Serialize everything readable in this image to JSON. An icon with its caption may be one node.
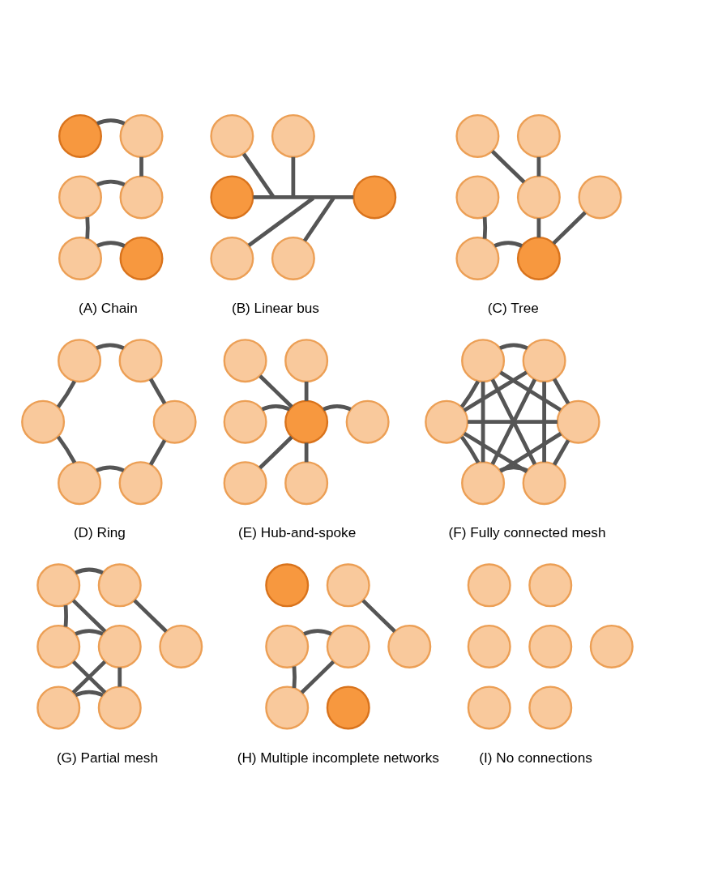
{
  "diagram": {
    "nodes": [
      {
        "text": [],
        "shape": "circle"
      },
      {
        "text": [],
        "shape": "circle"
      },
      {
        "text": [],
        "shape": "circle"
      },
      {
        "text": [],
        "shape": "circle"
      },
      {
        "text": [],
        "shape": "circle"
      },
      {
        "text": [],
        "shape": "circle"
      },
      {
        "text": [],
        "shape": "circle"
      },
      {
        "text": [],
        "shape": "circle"
      },
      {
        "text": [],
        "shape": "circle"
      },
      {
        "text": [],
        "shape": "circle"
      },
      {
        "text": [],
        "shape": "circle"
      },
      {
        "text": [],
        "shape": "circle"
      },
      {
        "text": [],
        "shape": "circle"
      },
      {
        "text": [],
        "shape": "circle"
      },
      {
        "text": [],
        "shape": "circle"
      },
      {
        "text": [],
        "shape": "circle"
      },
      {
        "text": [],
        "shape": "circle"
      },
      {
        "text": [],
        "shape": "circle"
      },
      {
        "text": [],
        "shape": "circle"
      },
      {
        "text": [],
        "shape": "circle"
      },
      {
        "text": [],
        "shape": "circle"
      },
      {
        "text": [],
        "shape": "circle"
      },
      {
        "text": [],
        "shape": "circle"
      },
      {
        "text": [],
        "shape": "circle"
      },
      {
        "text": [],
        "shape": "circle"
      },
      {
        "text": [],
        "shape": "circle"
      },
      {
        "text": [],
        "shape": "circle"
      },
      {
        "text": [],
        "shape": "circle"
      },
      {
        "text": [],
        "shape": "circle"
      },
      {
        "text": [],
        "shape": "circle"
      },
      {
        "text": [],
        "shape": "circle"
      },
      {
        "text": [],
        "shape": "circle"
      },
      {
        "text": [],
        "shape": "circle"
      },
      {
        "text": [],
        "shape": "circle"
      },
      {
        "text": [],
        "shape": "circle"
      },
      {
        "text": [],
        "shape": "circle"
      },
      {
        "text": [],
        "shape": "circle"
      },
      {
        "text": [],
        "shape": "circle"
      },
      {
        "text": [],
        "shape": "circle"
      },
      {
        "text": [],
        "shape": "circle"
      },
      {
        "text": [],
        "shape": "circle"
      },
      {
        "text": [],
        "shape": "circle"
      },
      {
        "text": [],
        "shape": "circle"
      },
      {
        "text": [],
        "shape": "circle"
      },
      {
        "text": [],
        "shape": "circle"
      },
      {
        "text": [],
        "shape": "circle"
      },
      {
        "text": [],
        "shape": "circle"
      },
      {
        "text": [],
        "shape": "circle"
      },
      {
        "text": [],
        "shape": "circle"
      },
      {
        "text": [],
        "shape": "circle"
      },
      {
        "text": [],
        "shape": "circle"
      },
      {
        "text": [],
        "shape": "circle"
      },
      {
        "text": [],
        "shape": "circle"
      },
      {
        "text": [],
        "shape": "circle"
      },
      {
        "text": [],
        "shape": "circle"
      },
      {
        "text": [],
        "shape": "circle"
      },
      {
        "text": [],
        "shape": "circle"
      },
      {
        "text": [],
        "shape": "circle"
      },
      {
        "text": [],
        "shape": "circle"
      }
    ],
    "edges": [
      {
        "from": 0,
        "to": 1,
        "arrow": "none"
      },
      {
        "from": 1,
        "to": 3,
        "arrow": "none"
      },
      {
        "from": 2,
        "to": 3,
        "arrow": "none"
      },
      {
        "from": 2,
        "to": 4,
        "arrow": "none"
      },
      {
        "from": 4,
        "to": 5,
        "arrow": "none"
      },
      {
        "from": 8,
        "to": 9,
        "arrow": "none"
      },
      {
        "from": 6,
        "to": null,
        "arrow": "none"
      },
      {
        "from": 7,
        "to": null,
        "arrow": "none"
      },
      {
        "from": 10,
        "to": null,
        "arrow": "none"
      },
      {
        "from": 11,
        "to": null,
        "arrow": "none"
      },
      {
        "from": 12,
        "to": 15,
        "arrow": "none"
      },
      {
        "from": 13,
        "to": 15,
        "arrow": "none"
      },
      {
        "from": 15,
        "to": 18,
        "arrow": "none"
      },
      {
        "from": 16,
        "to": 18,
        "arrow": "none"
      },
      {
        "from": 14,
        "to": 17,
        "arrow": "none"
      },
      {
        "from": 17,
        "to": 18,
        "arrow": "none"
      },
      {
        "from": 19,
        "to": 20,
        "arrow": "none"
      },
      {
        "from": 20,
        "to": 22,
        "arrow": "none"
      },
      {
        "from": 22,
        "to": 24,
        "arrow": "none"
      },
      {
        "from": 24,
        "to": 23,
        "arrow": "none"
      },
      {
        "from": 23,
        "to": 21,
        "arrow": "none"
      },
      {
        "from": 21,
        "to": 19,
        "arrow": "none"
      },
      {
        "from": 28,
        "to": 25,
        "arrow": "none"
      },
      {
        "from": 28,
        "to": 26,
        "arrow": "none"
      },
      {
        "from": 28,
        "to": 27,
        "arrow": "none"
      },
      {
        "from": 28,
        "to": 29,
        "arrow": "none"
      },
      {
        "from": 28,
        "to": 30,
        "arrow": "none"
      },
      {
        "from": 28,
        "to": 31,
        "arrow": "none"
      },
      {
        "from": 32,
        "to": 33,
        "arrow": "none"
      },
      {
        "from": 32,
        "to": 34,
        "arrow": "none"
      },
      {
        "from": 32,
        "to": 35,
        "arrow": "none"
      },
      {
        "from": 32,
        "to": 36,
        "arrow": "none"
      },
      {
        "from": 32,
        "to": 37,
        "arrow": "none"
      },
      {
        "from": 33,
        "to": 34,
        "arrow": "none"
      },
      {
        "from": 33,
        "to": 35,
        "arrow": "none"
      },
      {
        "from": 33,
        "to": 36,
        "arrow": "none"
      },
      {
        "from": 33,
        "to": 37,
        "arrow": "none"
      },
      {
        "from": 34,
        "to": 35,
        "arrow": "none"
      },
      {
        "from": 34,
        "to": 36,
        "arrow": "none"
      },
      {
        "from": 34,
        "to": 37,
        "arrow": "none"
      },
      {
        "from": 35,
        "to": 36,
        "arrow": "none"
      },
      {
        "from": 35,
        "to": 37,
        "arrow": "none"
      },
      {
        "from": 36,
        "to": 37,
        "arrow": "none"
      },
      {
        "from": 38,
        "to": 39,
        "arrow": "none"
      },
      {
        "from": 39,
        "to": 42,
        "arrow": "none"
      },
      {
        "from": 38,
        "to": 40,
        "arrow": "none"
      },
      {
        "from": 38,
        "to": 41,
        "arrow": "none"
      },
      {
        "from": 40,
        "to": 41,
        "arrow": "none"
      },
      {
        "from": 40,
        "to": 44,
        "arrow": "none"
      },
      {
        "from": 41,
        "to": 44,
        "arrow": "none"
      },
      {
        "from": 41,
        "to": 43,
        "arrow": "none"
      },
      {
        "from": 43,
        "to": 44,
        "arrow": "none"
      },
      {
        "from": 46,
        "to": 49,
        "arrow": "none"
      },
      {
        "from": 47,
        "to": 48,
        "arrow": "none"
      },
      {
        "from": 47,
        "to": 50,
        "arrow": "none"
      },
      {
        "from": 48,
        "to": 50,
        "arrow": "none"
      }
    ],
    "labels": [
      "(A) Chain",
      "(B) Linear bus",
      "(C) Tree",
      "(D) Ring",
      "(E) Hub-and-spoke",
      "(F) Fully connected mesh",
      "(G) Partial mesh",
      "(H) Multiple incomplete networks",
      "(I) No connections"
    ]
  }
}
